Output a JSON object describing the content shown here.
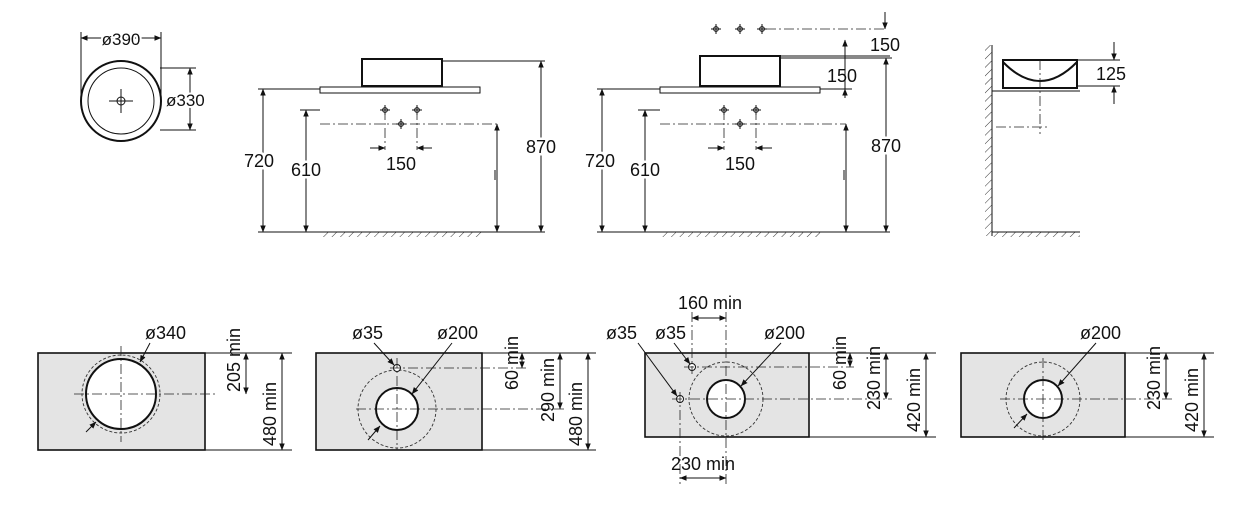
{
  "top_view": {
    "outer_diameter": "ø390",
    "inner_diameter": "ø330"
  },
  "elevation_a": {
    "height_counter": "720",
    "height_outlet": "610",
    "height_tap": "870",
    "tap_offset": "150"
  },
  "elevation_b": {
    "tap_top_offset": "150",
    "tap_basin_offset": "150",
    "height_counter": "720",
    "height_outlet": "610",
    "height_tap": "870",
    "tap_offset": "150"
  },
  "side_view": {
    "basin_height": "125"
  },
  "cutout_1": {
    "cut_diameter": "ø340",
    "depth_min": "205 min",
    "width_min": "480 min"
  },
  "cutout_2": {
    "tap_hole_diameter": "ø35",
    "waste_diameter": "ø200",
    "tap_offset_min": "60 min",
    "waste_offset_min": "290 min",
    "width_min": "480 min"
  },
  "cutout_3": {
    "tap_hole_diameter_left": "ø35",
    "tap_hole_diameter_top": "ø35",
    "waste_diameter": "ø200",
    "horizontal_top_min": "160 min",
    "tap_offset_min": "60 min",
    "waste_offset_min": "230 min",
    "width_min": "420 min",
    "horizontal_bottom_min": "230 min"
  },
  "cutout_4": {
    "waste_diameter": "ø200",
    "waste_offset_min": "230 min",
    "width_min": "420 min"
  }
}
